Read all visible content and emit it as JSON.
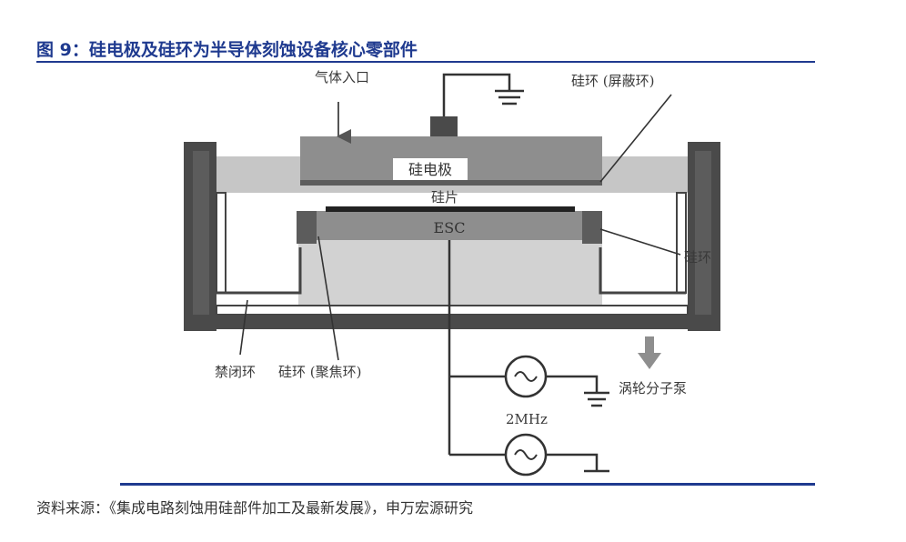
{
  "figure": {
    "title": "图 9：硅电极及硅环为半导体刻蚀设备核心零部件",
    "source": "资料来源：《集成电路刻蚀用硅部件加工及最新发展》，申万宏源研究"
  },
  "labels": {
    "gas_inlet": "气体入口",
    "silicon_ring_shield": "硅环 (屏蔽环)",
    "silicon_electrode": "硅电极",
    "wafer": "硅片",
    "esc": "ESC",
    "silicon_ring": "硅环",
    "confinement_ring": "禁闭环",
    "focus_ring": "硅环 (聚焦环)",
    "turbo_pump": "涡轮分子泵",
    "frequency": "2MHz"
  },
  "colors": {
    "title": "#1f3a8f",
    "wall": "#4a4a4a",
    "electrode": "#8e8e8e",
    "band": "#c6c6c6",
    "chuck": "#d2d2d2"
  }
}
